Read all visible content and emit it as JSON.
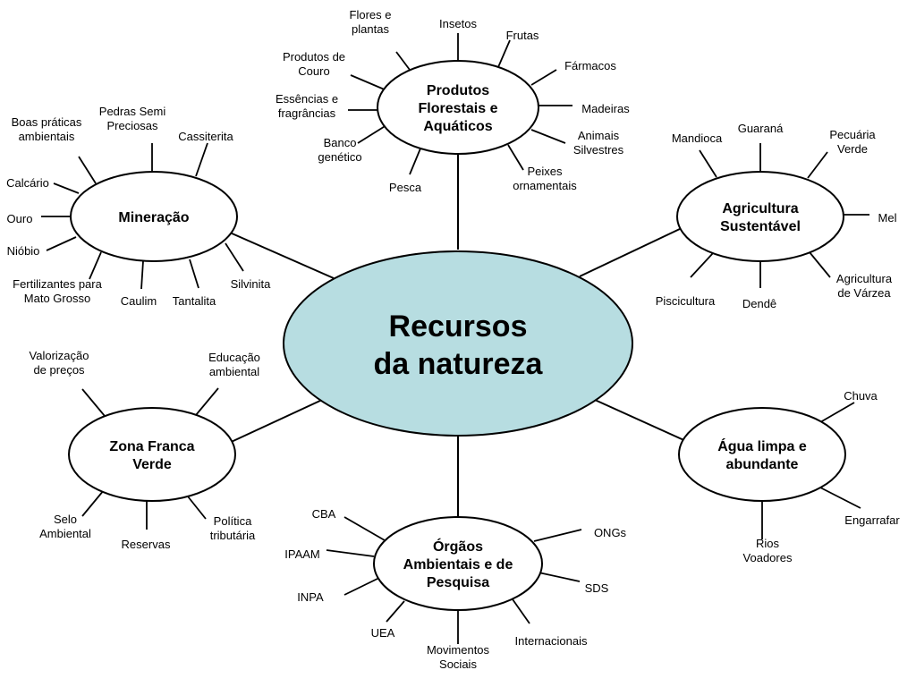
{
  "center": {
    "lines": [
      "Recursos",
      "da natureza"
    ]
  },
  "hubs": [
    {
      "id": "produtos",
      "lines": [
        "Produtos",
        "Florestais e",
        "Aquáticos"
      ],
      "leaves": [
        {
          "lines": [
            "Flores e",
            "plantas"
          ]
        },
        {
          "lines": [
            "Insetos"
          ]
        },
        {
          "lines": [
            "Frutas"
          ]
        },
        {
          "lines": [
            "Fármacos"
          ]
        },
        {
          "lines": [
            "Madeiras"
          ]
        },
        {
          "lines": [
            "Animais",
            "Silvestres"
          ]
        },
        {
          "lines": [
            "Peixes",
            "ornamentais"
          ]
        },
        {
          "lines": [
            "Pesca"
          ]
        },
        {
          "lines": [
            "Banco",
            "genético"
          ]
        },
        {
          "lines": [
            "Essências e",
            "fragrâncias"
          ]
        },
        {
          "lines": [
            "Produtos de",
            "Couro"
          ]
        }
      ]
    },
    {
      "id": "mineracao",
      "lines": [
        "Mineração"
      ],
      "leaves": [
        {
          "lines": [
            "Boas práticas",
            "ambientais"
          ]
        },
        {
          "lines": [
            "Pedras Semi",
            "Preciosas"
          ]
        },
        {
          "lines": [
            "Cassiterita"
          ]
        },
        {
          "lines": [
            "Calcário"
          ]
        },
        {
          "lines": [
            "Ouro"
          ]
        },
        {
          "lines": [
            "Nióbio"
          ]
        },
        {
          "lines": [
            "Fertilizantes para",
            "Mato Grosso"
          ]
        },
        {
          "lines": [
            "Caulim"
          ]
        },
        {
          "lines": [
            "Tantalita"
          ]
        },
        {
          "lines": [
            "Silvinita"
          ]
        }
      ]
    },
    {
      "id": "agricultura",
      "lines": [
        "Agricultura",
        "Sustentável"
      ],
      "leaves": [
        {
          "lines": [
            "Mandioca"
          ]
        },
        {
          "lines": [
            "Guaraná"
          ]
        },
        {
          "lines": [
            "Pecuária",
            "Verde"
          ]
        },
        {
          "lines": [
            "Mel"
          ]
        },
        {
          "lines": [
            "Agricultura",
            "de Várzea"
          ]
        },
        {
          "lines": [
            "Dendê"
          ]
        },
        {
          "lines": [
            "Piscicultura"
          ]
        }
      ]
    },
    {
      "id": "zona",
      "lines": [
        "Zona Franca",
        "Verde"
      ],
      "leaves": [
        {
          "lines": [
            "Valorização",
            "de preços"
          ]
        },
        {
          "lines": [
            "Educação",
            "ambiental"
          ]
        },
        {
          "lines": [
            "Selo",
            "Ambiental"
          ]
        },
        {
          "lines": [
            "Reservas"
          ]
        },
        {
          "lines": [
            "Política",
            "tributária"
          ]
        }
      ]
    },
    {
      "id": "agua",
      "lines": [
        "Água limpa e",
        "abundante"
      ],
      "leaves": [
        {
          "lines": [
            "Chuva"
          ]
        },
        {
          "lines": [
            "Engarrafar"
          ]
        },
        {
          "lines": [
            "Rios",
            "Voadores"
          ]
        }
      ]
    },
    {
      "id": "orgaos",
      "lines": [
        "Órgãos",
        "Ambientais e de",
        "Pesquisa"
      ],
      "leaves": [
        {
          "lines": [
            "CBA"
          ]
        },
        {
          "lines": [
            "IPAAM"
          ]
        },
        {
          "lines": [
            "INPA"
          ]
        },
        {
          "lines": [
            "UEA"
          ]
        },
        {
          "lines": [
            "Movimentos",
            "Sociais"
          ]
        },
        {
          "lines": [
            "Internacionais"
          ]
        },
        {
          "lines": [
            "SDS"
          ]
        },
        {
          "lines": [
            "ONGs"
          ]
        }
      ]
    }
  ],
  "colors": {
    "center_fill": "#b7dde1",
    "hub_fill": "#ffffff",
    "stroke": "#000000"
  }
}
